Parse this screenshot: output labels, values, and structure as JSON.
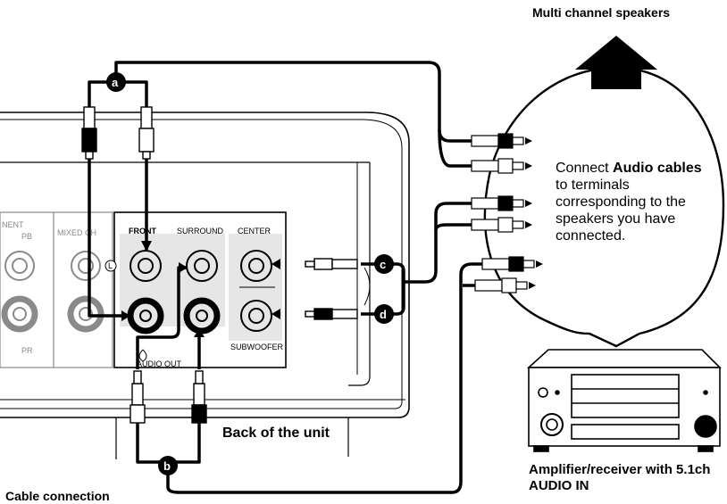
{
  "labels": {
    "top": "Multi channel speakers",
    "callout_part1": "Connect ",
    "callout_bold": "Audio cables",
    "callout_part2": " to terminals corresponding to the speakers you have connected.",
    "back_of_unit": "Back of the unit",
    "amplifier": "Amplifier/receiver with 5.1ch AUDIO IN",
    "cable_connection": "Cable connection"
  },
  "panel": {
    "front": "FRONT",
    "surround": "SURROUND",
    "center": "CENTER",
    "subwoofer": "SUBWOOFER",
    "audio_out": "AUDIO OUT",
    "mixed_ch": "MIXED CH",
    "component": "NENT",
    "pb": "PB",
    "pr": "PR",
    "left_marker": "L"
  },
  "badges": {
    "a": "a",
    "b": "b",
    "c": "c",
    "d": "d"
  },
  "colors": {
    "line": "#000000",
    "grey": "#8a8a8a",
    "badge_fill": "#000000"
  }
}
